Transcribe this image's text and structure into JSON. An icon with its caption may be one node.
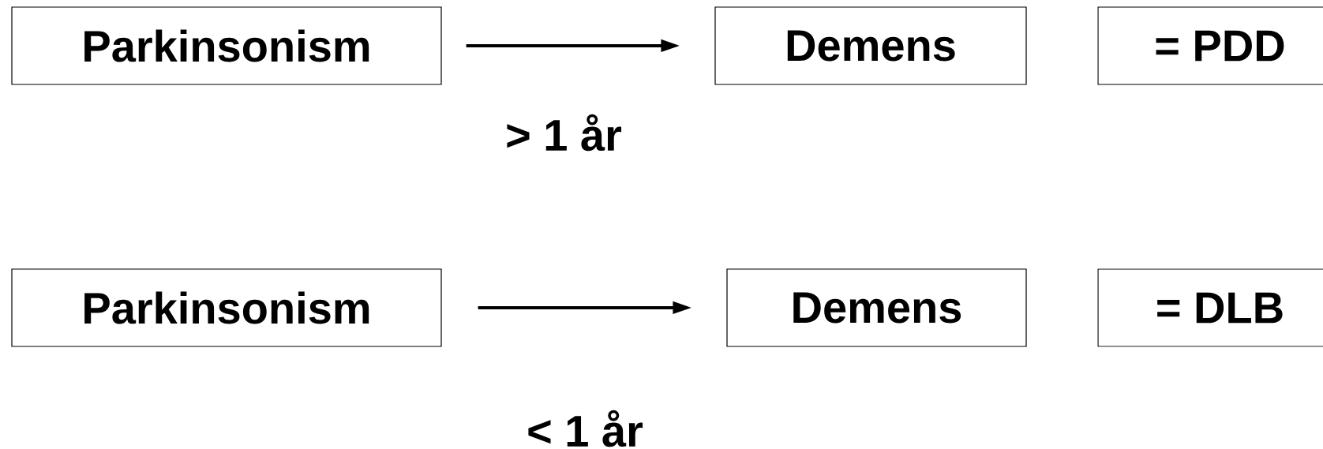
{
  "diagram": {
    "nodes": [
      {
        "text": [
          "Parkinsonism"
        ]
      },
      {
        "text": [
          "Demens"
        ]
      },
      {
        "text": [
          "= PDD"
        ]
      },
      {
        "text": [
          "Parkinsonism"
        ]
      },
      {
        "text": [
          "Demens"
        ]
      },
      {
        "text": [
          "= DLB"
        ]
      }
    ],
    "edges": [
      {
        "from": 0,
        "to": 1,
        "arrow": "to",
        "label": "> 1 år"
      },
      {
        "from": 3,
        "to": 4,
        "arrow": "to",
        "label": "< 1 år"
      }
    ]
  }
}
